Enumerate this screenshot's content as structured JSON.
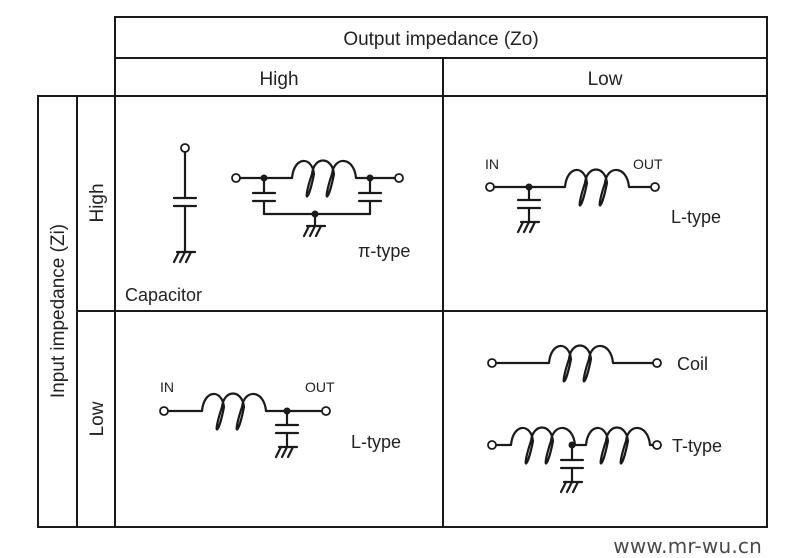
{
  "header": {
    "output_title": "Output impedance (Zo)",
    "output_high": "High",
    "output_low": "Low",
    "input_title": "Input impedance (Zi)",
    "input_high": "High",
    "input_low": "Low"
  },
  "cells": {
    "high_high": {
      "labels": [
        "Capacitor",
        "π-type"
      ],
      "components": [
        "capacitor-to-ground",
        "pi-filter"
      ]
    },
    "high_low": {
      "label": "L-type",
      "in": "IN",
      "out": "OUT",
      "components": [
        "shunt-capacitor-at-input",
        "series-coil"
      ]
    },
    "low_high": {
      "label": "L-type",
      "in": "IN",
      "out": "OUT",
      "components": [
        "series-coil",
        "shunt-capacitor-at-output"
      ]
    },
    "low_low": {
      "labels": [
        "Coil",
        "T-type"
      ],
      "components": [
        "series-coil",
        "t-filter"
      ]
    }
  },
  "watermark": "www.mr-wu.cn"
}
